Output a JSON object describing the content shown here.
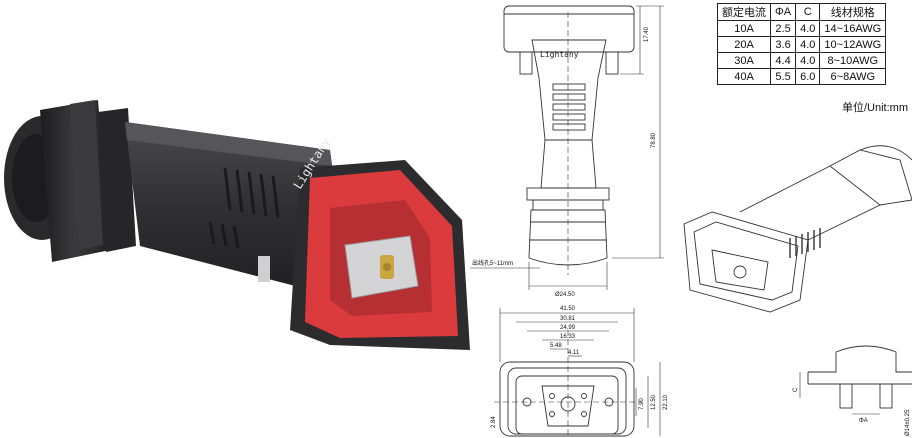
{
  "brand": "Lightany",
  "spec_table": {
    "headers": [
      "额定电流",
      "ΦA",
      "C",
      "线材规格"
    ],
    "rows": [
      [
        "10A",
        "2.5",
        "4.0",
        "14~16AWG"
      ],
      [
        "20A",
        "3.6",
        "4.0",
        "10~12AWG"
      ],
      [
        "30A",
        "4.4",
        "4.0",
        "8~10AWG"
      ],
      [
        "40A",
        "5.5",
        "6.0",
        "6~8AWG"
      ]
    ],
    "unit": "单位/Unit:mm"
  },
  "side_view": {
    "dim_top": "17.40",
    "dim_total": "78.80",
    "cable_hole": "出线孔5~11mm",
    "dim_diameter": "Ø24.50"
  },
  "front_view": {
    "widths": [
      "41.50",
      "30.81",
      "24.99",
      "16.33",
      "5.48",
      "4.11"
    ],
    "heights": [
      "7.90",
      "12.50",
      "22.10",
      "2.84"
    ]
  },
  "section_view": {
    "label_c": "C",
    "label_phi": "ΦA",
    "label_right": "Ø14±0.25"
  },
  "colors": {
    "body": "#2e2e30",
    "flange": "#dc3b3e",
    "contact": "#c9a640",
    "line": "#333333"
  }
}
